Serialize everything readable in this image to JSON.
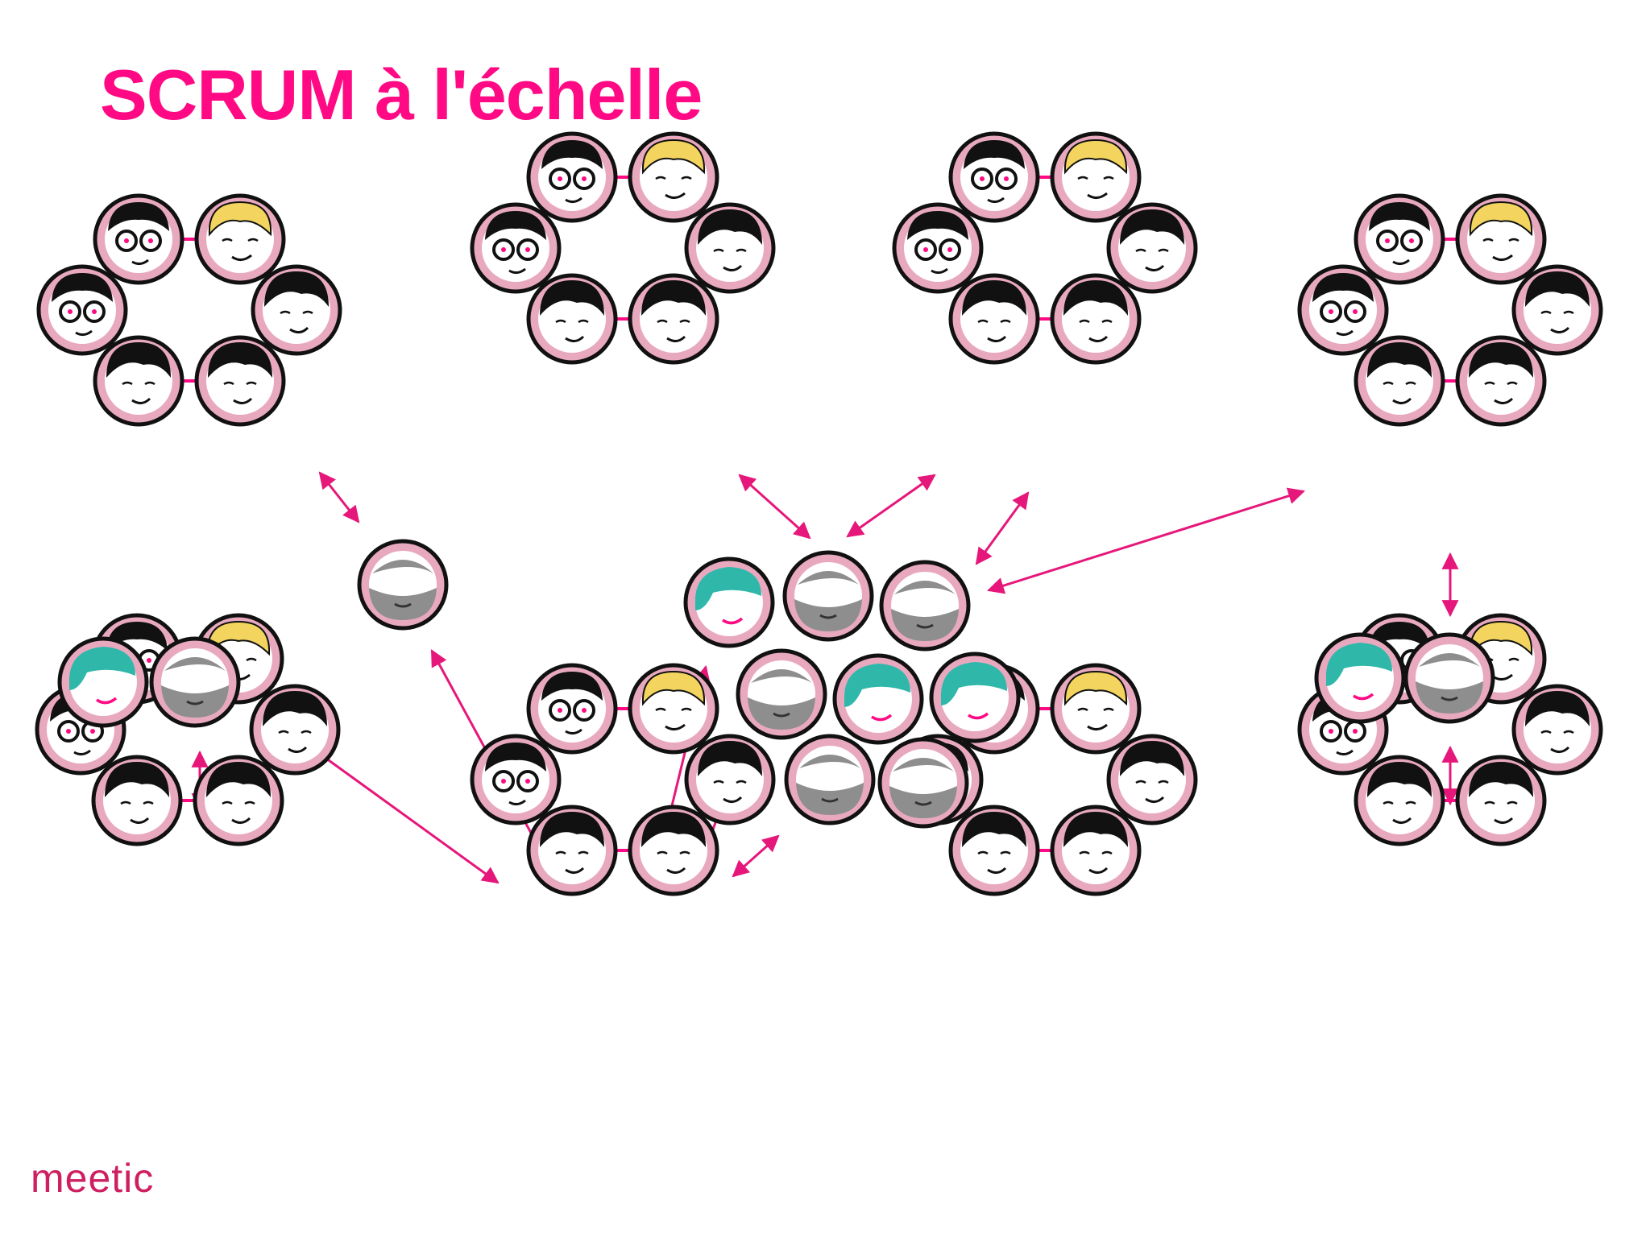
{
  "slide": {
    "title": "SCRUM à l'échelle",
    "logo_text": "meetic"
  },
  "colors": {
    "accent": "#ff0a84",
    "arrow": "#e6177a",
    "face_ring": "#e8a9bf",
    "outline": "#111111",
    "teal_hair": "#2fb8aa",
    "blond_hair": "#f2d45e",
    "gray_face": "#8e8e8e"
  },
  "teams": [
    {
      "name": "team-top-left",
      "size": 6
    },
    {
      "name": "team-top-center-left",
      "size": 6
    },
    {
      "name": "team-top-center-right",
      "size": 6
    },
    {
      "name": "team-top-right",
      "size": 6
    },
    {
      "name": "team-bottom-left",
      "size": 6
    },
    {
      "name": "team-bottom-center-left",
      "size": 6
    },
    {
      "name": "team-bottom-center-right",
      "size": 6
    },
    {
      "name": "team-bottom-right",
      "size": 6
    }
  ],
  "coordination_groups": [
    {
      "name": "scrum-of-scrums-center",
      "members": 8
    },
    {
      "name": "pair-left",
      "members": 2
    },
    {
      "name": "pair-right",
      "members": 2
    },
    {
      "name": "single-left",
      "members": 1
    }
  ],
  "icons": {
    "team_member": "person-face-icon",
    "connection": "double-arrow-icon"
  }
}
